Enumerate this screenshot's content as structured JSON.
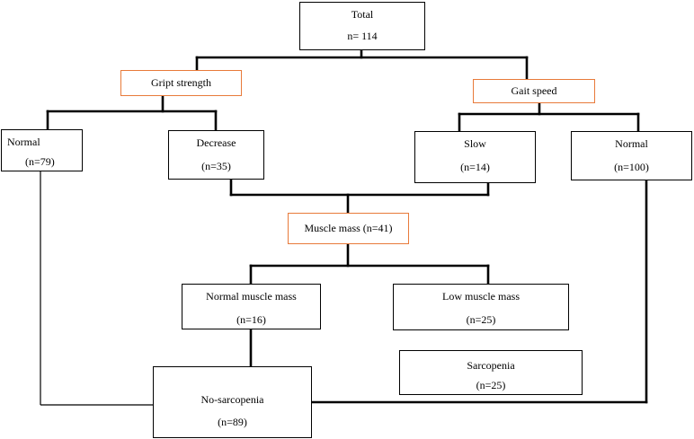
{
  "total": {
    "title": "Total",
    "count": "n= 114"
  },
  "criteria": {
    "grip_strength": "Gript strength",
    "gait_speed": "Gait speed",
    "muscle_mass": "Muscle mass (n=41)"
  },
  "grip_branches": {
    "normal": {
      "label": "Normal",
      "count": "(n=79)"
    },
    "decrease": {
      "label": "Decrease",
      "count": "(n=35)"
    }
  },
  "gait_branches": {
    "slow": {
      "label": "Slow",
      "count": "(n=14)"
    },
    "normal": {
      "label": "Normal",
      "count": "(n=100)"
    }
  },
  "muscle_branches": {
    "normal": {
      "label": "Normal muscle mass",
      "count": "(n=16)"
    },
    "low": {
      "label": "Low muscle mass",
      "count": "(n=25)"
    }
  },
  "outcomes": {
    "sarcopenia": {
      "label": "Sarcopenia",
      "count": "(n=25)"
    },
    "no_sarcopenia": {
      "label": "No-sarcopenia",
      "count": "(n=89)"
    }
  },
  "colors": {
    "criteria_border": "#e87a3a",
    "box_border": "#000000",
    "connector": "#000000"
  }
}
